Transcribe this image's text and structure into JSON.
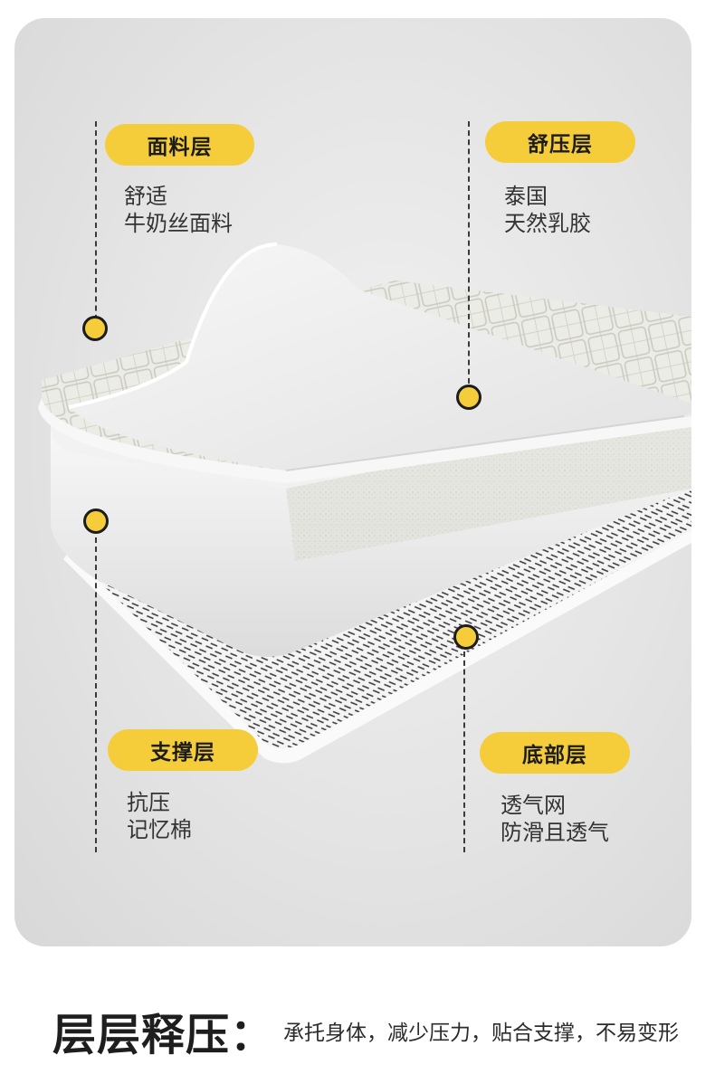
{
  "layers": [
    {
      "id": "top",
      "title": "面料层",
      "lines": [
        "舒适",
        "牛奶丝面料"
      ]
    },
    {
      "id": "comfort",
      "title": "舒压层",
      "lines": [
        "泰国",
        "天然乳胶"
      ]
    },
    {
      "id": "support",
      "title": "支撑层",
      "lines": [
        "抗压",
        "记忆棉"
      ]
    },
    {
      "id": "bottom",
      "title": "底部层",
      "lines": [
        "透气网",
        "防滑且透气"
      ]
    }
  ],
  "footer": {
    "title": "层层释压：",
    "subtitle": "承托身体，减少压力，贴合支撑，不易变形"
  },
  "colors": {
    "accent": "#f5cd3a",
    "panel": "#e4e4e4",
    "text": "#222222"
  }
}
